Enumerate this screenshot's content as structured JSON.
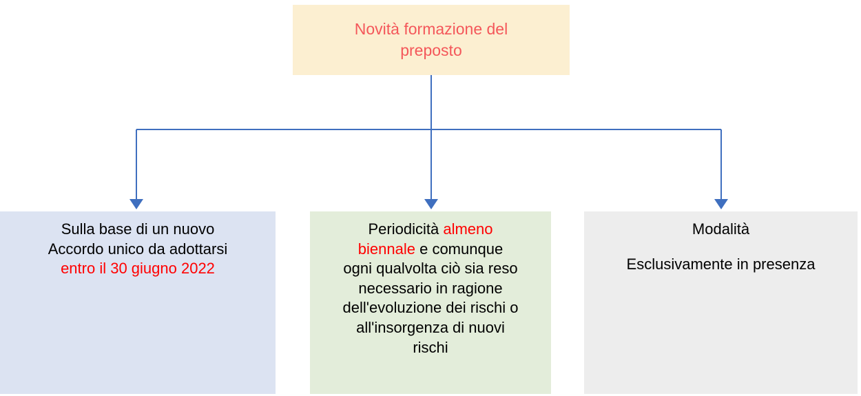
{
  "diagram": {
    "type": "hierarchy-flowchart",
    "title_node": {
      "id": "root",
      "text_lines": [
        "Novità formazione del",
        "preposto"
      ],
      "fill": "#FCEFD1",
      "text_color": "#F4575A"
    },
    "children": [
      {
        "id": "left",
        "fill": "#DCE3F2",
        "lines": [
          {
            "text": "Sulla base di un nuovo",
            "color": "#000000"
          },
          {
            "text": "Accordo unico da adottarsi",
            "color": "#000000"
          },
          {
            "text": "entro il 30 giugno 2022",
            "color": "#FF0000"
          }
        ]
      },
      {
        "id": "middle",
        "fill": "#E3EDDA",
        "rich_lines": [
          {
            "parts": [
              {
                "text": "Periodicità ",
                "color": "#000000"
              },
              {
                "text": "almeno",
                "color": "#FF0000"
              }
            ]
          },
          {
            "parts": [
              {
                "text": "biennale",
                "color": "#FF0000"
              },
              {
                "text": " e comunque",
                "color": "#000000"
              }
            ]
          },
          {
            "parts": [
              {
                "text": "ogni qualvolta ciò sia reso",
                "color": "#000000"
              }
            ]
          },
          {
            "parts": [
              {
                "text": "necessario in ragione",
                "color": "#000000"
              }
            ]
          },
          {
            "parts": [
              {
                "text": "dell'evoluzione dei rischi o",
                "color": "#000000"
              }
            ]
          },
          {
            "parts": [
              {
                "text": "all'insorgenza di nuovi",
                "color": "#000000"
              }
            ]
          },
          {
            "parts": [
              {
                "text": "rischi",
                "color": "#000000"
              }
            ]
          }
        ]
      },
      {
        "id": "right",
        "fill": "#EDEDED",
        "lines": [
          {
            "text": "Modalità",
            "color": "#000000"
          },
          {
            "text": "",
            "color": "#000000"
          },
          {
            "text": "Esclusivamente in presenza",
            "color": "#000000"
          }
        ]
      }
    ],
    "connector": {
      "color": "#3F6FBF",
      "stroke_width": 2,
      "style": "elbow-with-arrowheads"
    }
  },
  "text": {
    "root_line1": "Novità formazione del",
    "root_line2": "preposto",
    "left_line1": "Sulla base di un nuovo",
    "left_line2": "Accordo unico da adottarsi",
    "left_line3": "entro il 30 giugno 2022",
    "mid_line1_a": "Periodicità ",
    "mid_line1_b": "almeno",
    "mid_line2_a": "biennale",
    "mid_line2_b": " e comunque",
    "mid_line3": "ogni qualvolta ciò sia reso",
    "mid_line4": "necessario in ragione",
    "mid_line5": "dell'evoluzione dei rischi o",
    "mid_line6": "all'insorgenza di nuovi",
    "mid_line7": "rischi",
    "right_line1": "Modalità",
    "right_line2": "Esclusivamente in presenza"
  }
}
